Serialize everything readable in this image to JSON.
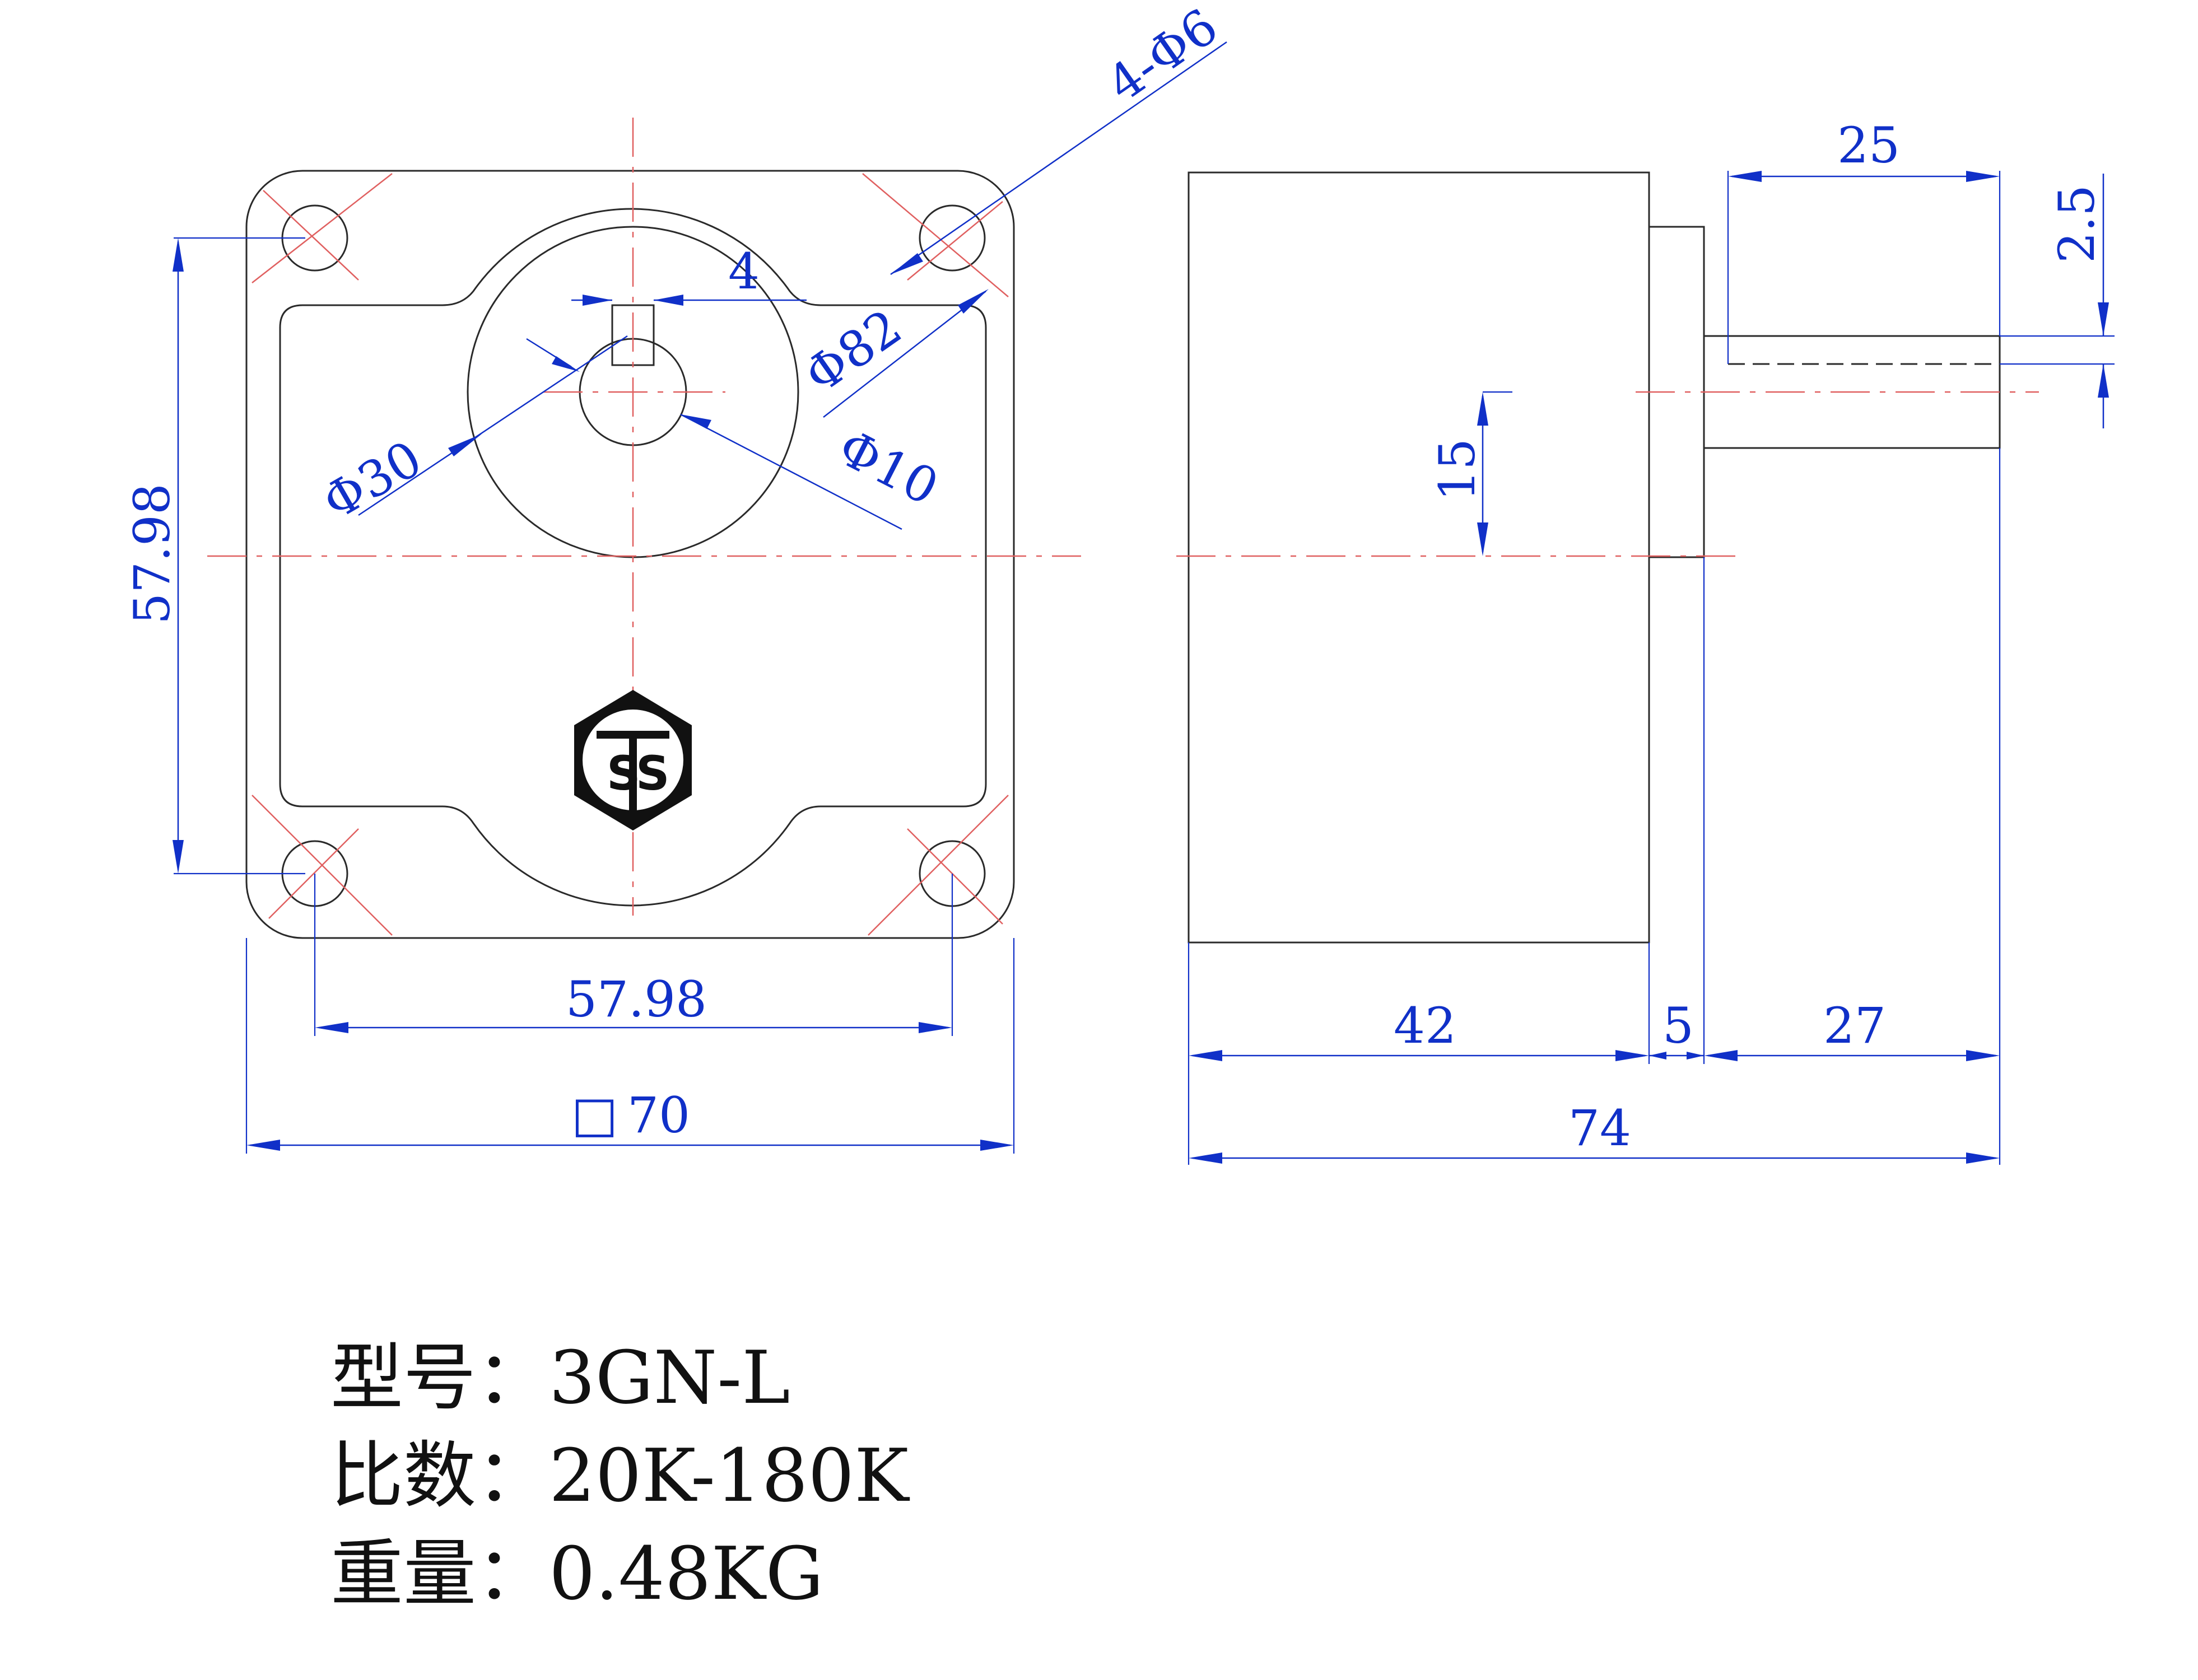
{
  "front_view": {
    "dims": {
      "hole_spacing_v": "57.98",
      "hole_spacing_h": "57.98",
      "square_prefix": "□",
      "square_size": "70",
      "holes": "4-Φ6",
      "pcd": "Φ82",
      "key": "4",
      "boss": "Φ30",
      "shaft": "Φ10"
    },
    "logo_text": "STS"
  },
  "side_view": {
    "dims": {
      "shaft_length": "25",
      "flat_depth": "2.5",
      "shaft_offset": "15",
      "body_length": "42",
      "flange_length": "5",
      "shaft_total": "27",
      "overall_length": "74"
    }
  },
  "specs": [
    {
      "label": "型号：",
      "value": "3GN-L"
    },
    {
      "label": "比数：",
      "value": "20K-180K"
    },
    {
      "label": "重量：",
      "value": "0.48KG"
    }
  ],
  "colors": {
    "outline": "#2a2a2a",
    "centerline": "#e06060",
    "dimension": "#1030c8"
  }
}
